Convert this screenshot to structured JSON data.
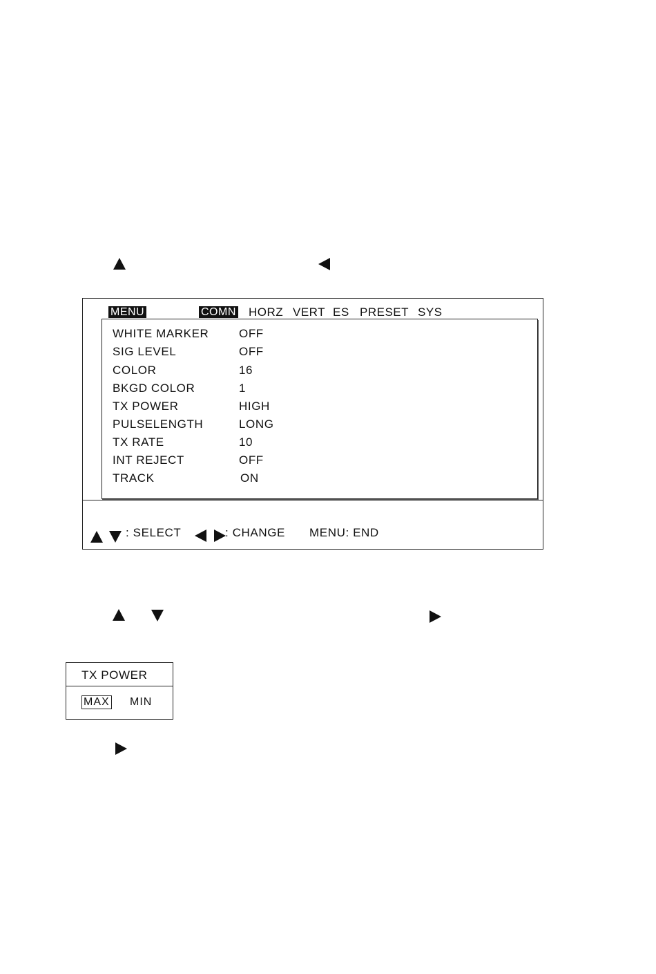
{
  "menu": {
    "menu_tag": "MENU",
    "tabs": [
      "COMN",
      "HORZ",
      "VERT",
      "ES",
      "PRESET",
      "SYS"
    ],
    "active_tab": "COMN",
    "items": [
      {
        "label": "WHITE MARKER",
        "value": "OFF"
      },
      {
        "label": "SIG LEVEL",
        "value": "OFF"
      },
      {
        "label": "COLOR",
        "value": "16"
      },
      {
        "label": "BKGD COLOR",
        "value": "1"
      },
      {
        "label": "TX POWER",
        "value": "HIGH"
      },
      {
        "label": "PULSELENGTH",
        "value": "LONG"
      },
      {
        "label": "TX RATE",
        "value": "10"
      },
      {
        "label": "INT REJECT",
        "value": "OFF"
      },
      {
        "label": "TRACK",
        "value": "ON"
      }
    ],
    "footer": {
      "select_text": ": SELECT",
      "change_text": ": CHANGE",
      "end_text": "MENU: END"
    }
  },
  "tx_power_window": {
    "title": "TX POWER",
    "options": [
      "MAX",
      "MIN"
    ],
    "selected": "MAX"
  },
  "icons": {
    "step_a": [
      "triangle-up",
      "triangle-left"
    ],
    "step_b": [
      "triangle-up",
      "triangle-down",
      "triangle-right"
    ],
    "step_c": [
      "triangle-right"
    ]
  }
}
